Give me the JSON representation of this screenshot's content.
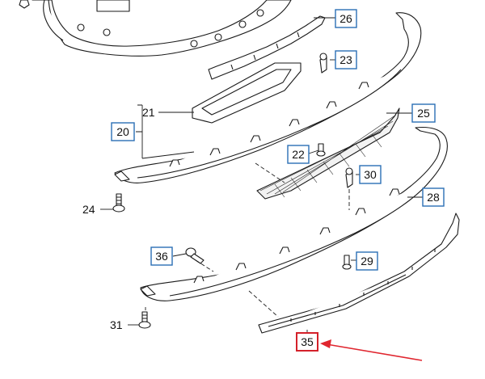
{
  "callouts": {
    "c20": "20",
    "c21": "21",
    "c22": "22",
    "c23": "23",
    "c24": "24",
    "c25": "25",
    "c26": "26",
    "c28": "28",
    "c29": "29",
    "c30": "30",
    "c31": "31",
    "c35": "35",
    "c36": "36"
  },
  "highlighted_callout": "35",
  "colors": {
    "boxed_label_border": "#2b6fb5",
    "highlight_border": "#d4212a",
    "arrow": "#e0262f"
  }
}
